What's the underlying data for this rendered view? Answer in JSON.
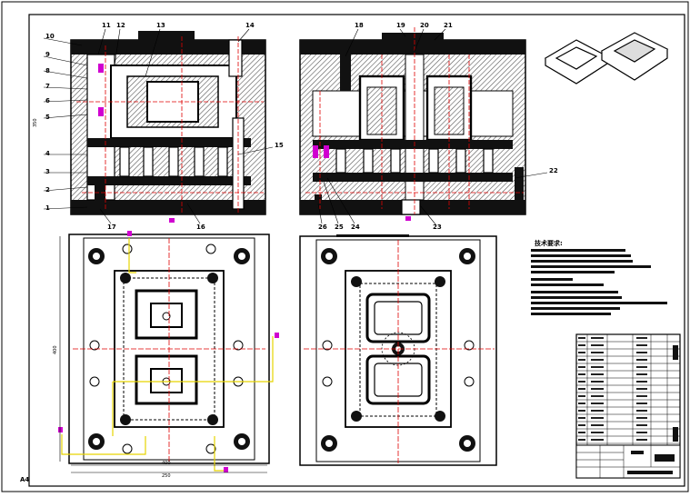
{
  "drawing": {
    "callouts_left": [
      "10",
      "9",
      "8",
      "7",
      "6",
      "5",
      "4",
      "3",
      "2",
      "1"
    ],
    "callouts_top_left": [
      "11",
      "12",
      "13",
      "14"
    ],
    "callout_15": "15",
    "callouts_bottom_left": [
      "17",
      "16"
    ],
    "callouts_top_right": [
      "18",
      "19",
      "20",
      "21"
    ],
    "callout_22": "22",
    "callouts_bottom_right": [
      "26",
      "25",
      "24",
      "23"
    ],
    "dim_400": "400",
    "dim_250": "250",
    "dim_350": "350",
    "dim_left_height": "400",
    "tech_req_heading": "技术要求:",
    "corner_mark": "A4"
  },
  "colors": {
    "line": "#000000",
    "centerline": "#e00000",
    "annotation": "#d000d0",
    "highlight": "#e6d400",
    "hatch": "#333333"
  }
}
